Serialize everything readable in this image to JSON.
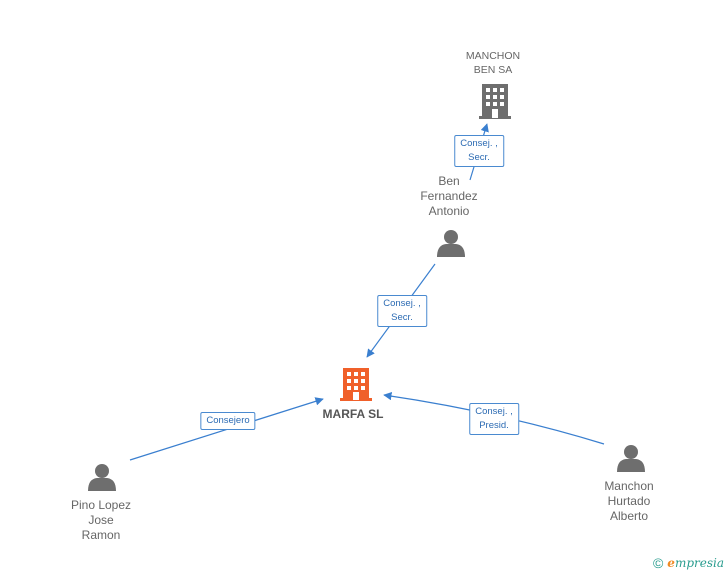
{
  "nodes": {
    "manchon_ben": {
      "label": "MANCHON\nBEN SA",
      "type": "company"
    },
    "ben_fernandez": {
      "label": "Ben\nFernandez\nAntonio",
      "type": "person"
    },
    "marfa": {
      "label": "MARFA SL",
      "type": "company-main"
    },
    "pino_lopez": {
      "label": "Pino Lopez\nJose\nRamon",
      "type": "person"
    },
    "manchon_hurtado": {
      "label": "Manchon\nHurtado\nAlberto",
      "type": "person"
    }
  },
  "edges": {
    "ben_to_manchon": {
      "label": "Consej. ,\nSecr."
    },
    "ben_to_marfa": {
      "label": "Consej. ,\nSecr."
    },
    "pino_to_marfa": {
      "label": "Consejero"
    },
    "hurtado_to_marfa": {
      "label": "Consej. ,\nPresid."
    }
  },
  "footer": {
    "copyright_symbol": "©",
    "brand_e": "e",
    "brand_rest": "mpresia"
  },
  "colors": {
    "edge": "#3a7fcf",
    "person": "#6e6e6e",
    "company": "#6e6e6e",
    "main_company": "#f0602a"
  }
}
